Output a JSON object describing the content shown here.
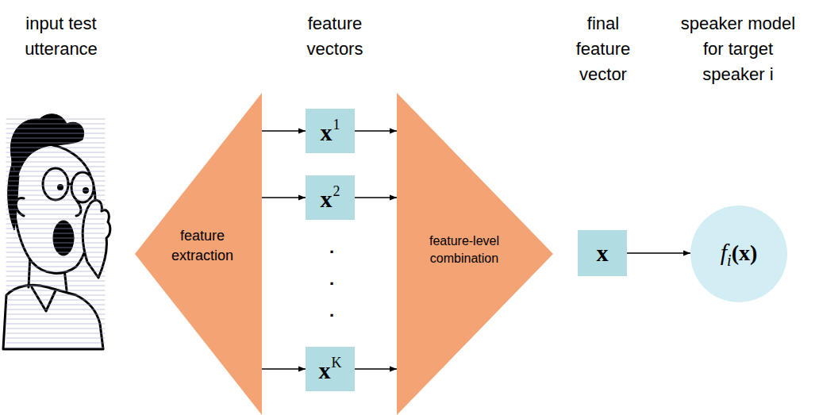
{
  "diagram": {
    "nodes": [
      {
        "text": [
          "feature extraction"
        ]
      },
      {
        "text": [
          "x",
          "1"
        ]
      },
      {
        "text": [
          "x",
          "2"
        ]
      },
      {
        "text": [
          "x",
          "K"
        ]
      },
      {
        "text": [
          "feature-level combination"
        ]
      },
      {
        "text": [
          "x"
        ]
      },
      {
        "text": [
          "f",
          "i",
          "(x)"
        ]
      }
    ],
    "edges": [
      {
        "from": 0,
        "to": 1,
        "arrow": "to"
      },
      {
        "from": 0,
        "to": 2,
        "arrow": "to"
      },
      {
        "from": 0,
        "to": 3,
        "arrow": "to"
      },
      {
        "from": 1,
        "to": 4,
        "arrow": "to"
      },
      {
        "from": 2,
        "to": 4,
        "arrow": "to"
      },
      {
        "from": 3,
        "to": 4,
        "arrow": "to"
      },
      {
        "from": 5,
        "to": 6,
        "arrow": "to"
      }
    ],
    "labels": [
      "input test utterance",
      "feature vectors",
      "final feature vector",
      "speaker model for target speaker i",
      ".",
      ".",
      "."
    ]
  }
}
